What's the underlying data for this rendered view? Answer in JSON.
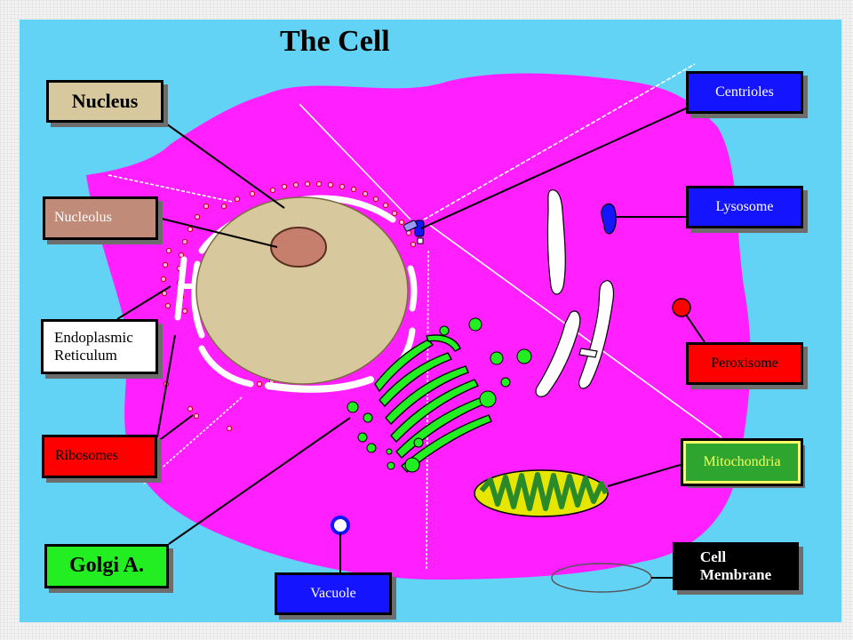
{
  "title": "The Cell",
  "labels": {
    "nucleus": "Nucleus",
    "nucleolus": "Nucleolus",
    "endoplasmic_reticulum": [
      "Endoplasmic",
      "Reticulum"
    ],
    "ribosomes": "Ribosomes",
    "golgi": "Golgi A.",
    "centrioles": "Centrioles",
    "lysosome": "Lysosome",
    "peroxisome": "Peroxisome",
    "mitochondria": "Mitochondria",
    "cell_membrane": [
      "Cell",
      "Membrane"
    ],
    "vacuole": "Vacuole"
  },
  "colors": {
    "background": "#62d3f5",
    "cytoplasm": "#ff1fff",
    "nucleus": "#d8c89d",
    "nucleolus": "#c57f6c",
    "golgi": "#22ee22",
    "mitochondria_outer": "#e6e600",
    "centrioles": "#1414ff",
    "lysosome": "#1414ff",
    "peroxisome": "#ff0000"
  }
}
